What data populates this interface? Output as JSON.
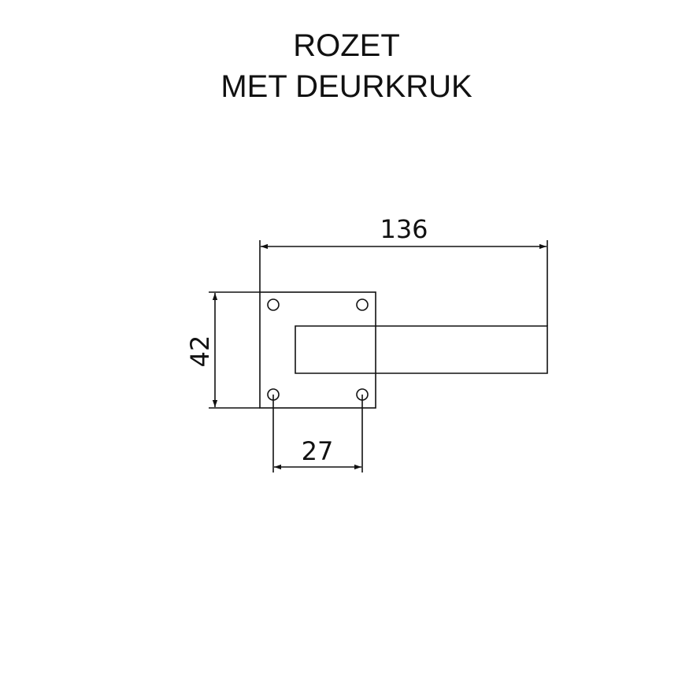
{
  "title": {
    "line1": "ROZET",
    "line2": "MET DEURKRUK"
  },
  "dimensions": {
    "total_width": "136",
    "rose_height": "42",
    "hole_spacing": "27"
  },
  "colors": {
    "line": "#111111",
    "background": "#ffffff"
  }
}
